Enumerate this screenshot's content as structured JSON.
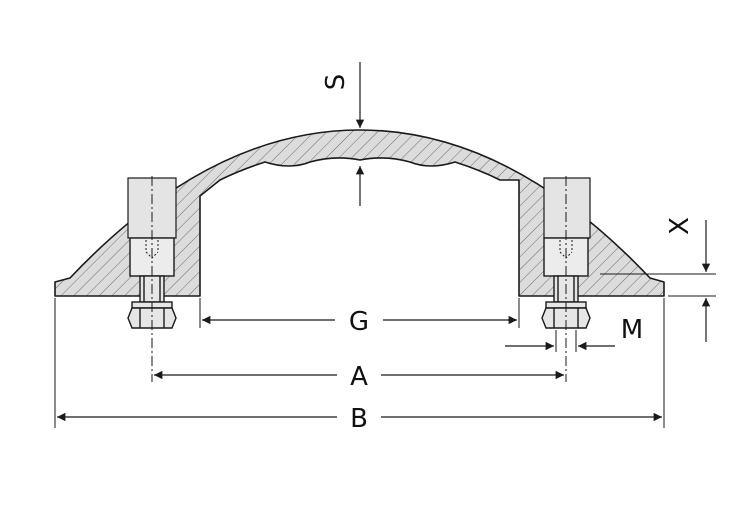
{
  "labels": {
    "G": "G",
    "A": "A",
    "B": "B",
    "S": "S",
    "X": "X",
    "M": "M"
  },
  "colors": {
    "line": "#1a1a1a",
    "fill": "#d9d9d9",
    "hatch": "#555555",
    "background": "#ffffff"
  }
}
